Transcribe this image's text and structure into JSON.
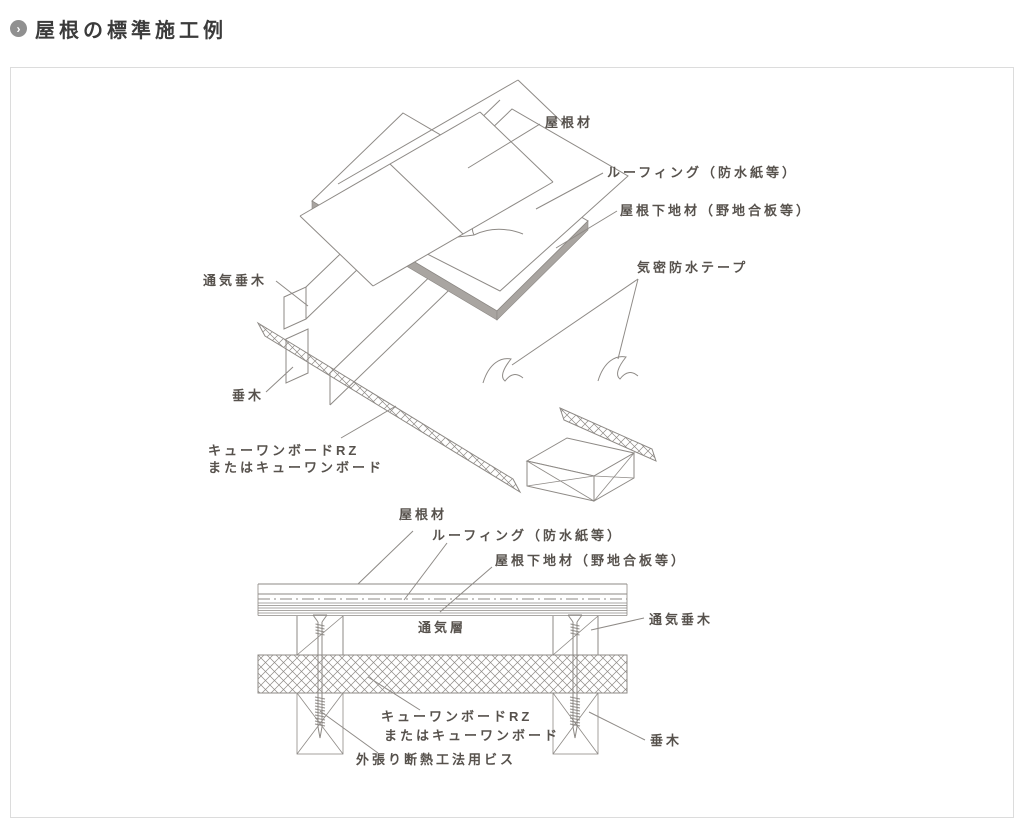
{
  "page": {
    "title": "屋根の標準施工例",
    "bullet_chevron": "›"
  },
  "colors": {
    "line": "#8e8a86",
    "label_text": "#57524d",
    "title_text": "#3b3b3b",
    "panel_border": "#dcdcdc",
    "board_edge_shade": "#a9a5a1",
    "bullet_bg": "#909090"
  },
  "diagram_iso": {
    "name": "屋根標準施工例（アイソメ図）",
    "labels": {
      "roof_material": "屋根材",
      "roofing": "ルーフィング（防水紙等）",
      "sheathing": "屋根下地材（野地合板等）",
      "airtight_tape": "気密防水テープ",
      "vent_rafter": "通気垂木",
      "rafter": "垂木",
      "board_line1": "キューワンボードRZ",
      "board_line2": "またはキューワンボード"
    }
  },
  "diagram_section": {
    "name": "屋根標準施工例（断面図）",
    "labels": {
      "roof_material": "屋根材",
      "roofing": "ルーフィング（防水紙等）",
      "sheathing": "屋根下地材（野地合板等）",
      "vent_layer": "通気層",
      "vent_rafter": "通気垂木",
      "rafter": "垂木",
      "board_line1": "キューワンボードRZ",
      "board_line2": "またはキューワンボード",
      "screw": "外張り断熱工法用ビス"
    }
  }
}
